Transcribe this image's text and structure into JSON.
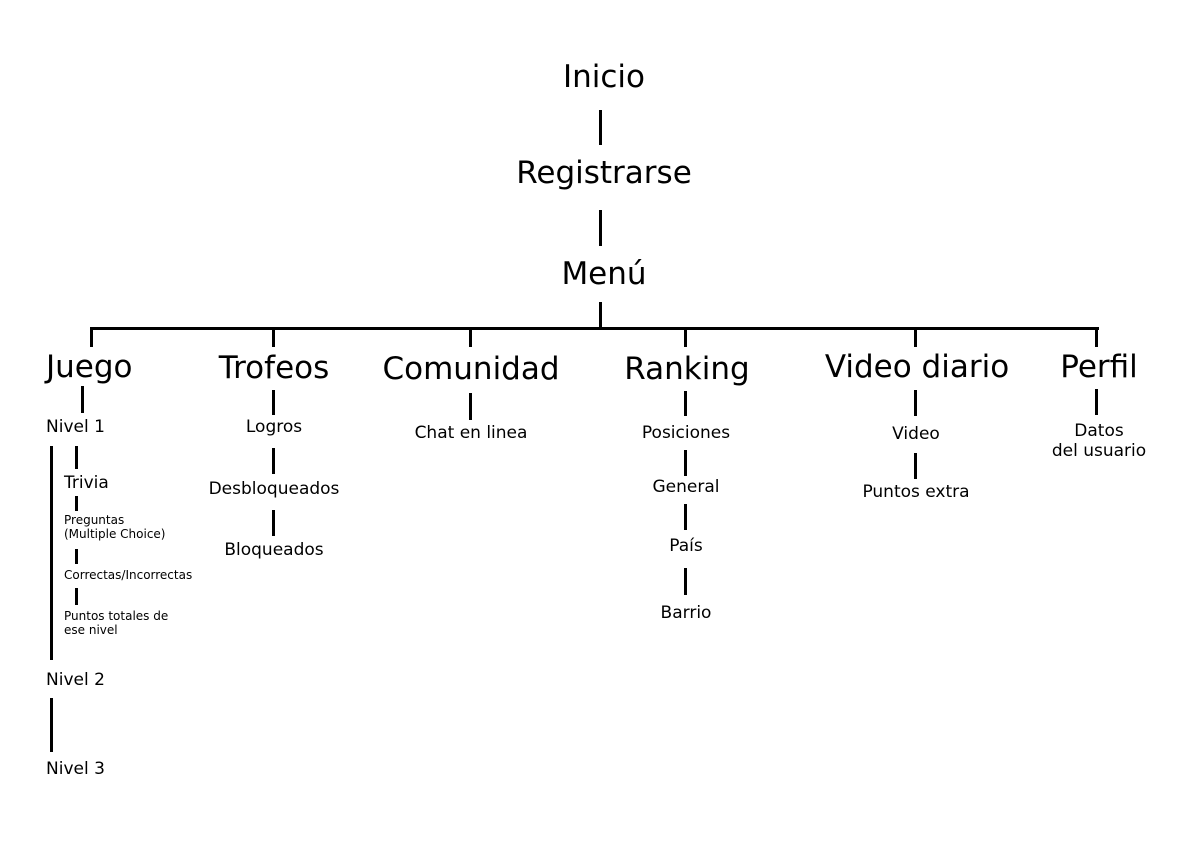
{
  "root": {
    "inicio": "Inicio",
    "registrarse": "Registrarse",
    "menu": "Menú"
  },
  "branches": {
    "juego": {
      "label": "Juego",
      "nivel1": "Nivel 1",
      "trivia": "Trivia",
      "preguntas_l1": "Preguntas",
      "preguntas_l2": "(Multiple Choice)",
      "correctas": "Correctas/Incorrectas",
      "puntos_l1": "Puntos totales de",
      "puntos_l2": "ese nivel",
      "nivel2": "Nivel 2",
      "nivel3": "Nivel 3"
    },
    "trofeos": {
      "label": "Trofeos",
      "logros": "Logros",
      "desbloqueados": "Desbloqueados",
      "bloqueados": "Bloqueados"
    },
    "comunidad": {
      "label": "Comunidad",
      "chat": "Chat en linea"
    },
    "ranking": {
      "label": "Ranking",
      "posiciones": "Posiciones",
      "general": "General",
      "pais": "País",
      "barrio": "Barrio"
    },
    "video": {
      "label": "Video diario",
      "video": "Video",
      "puntos": "Puntos extra"
    },
    "perfil": {
      "label": "Perfil",
      "datos_l1": "Datos",
      "datos_l2": "del usuario"
    }
  }
}
